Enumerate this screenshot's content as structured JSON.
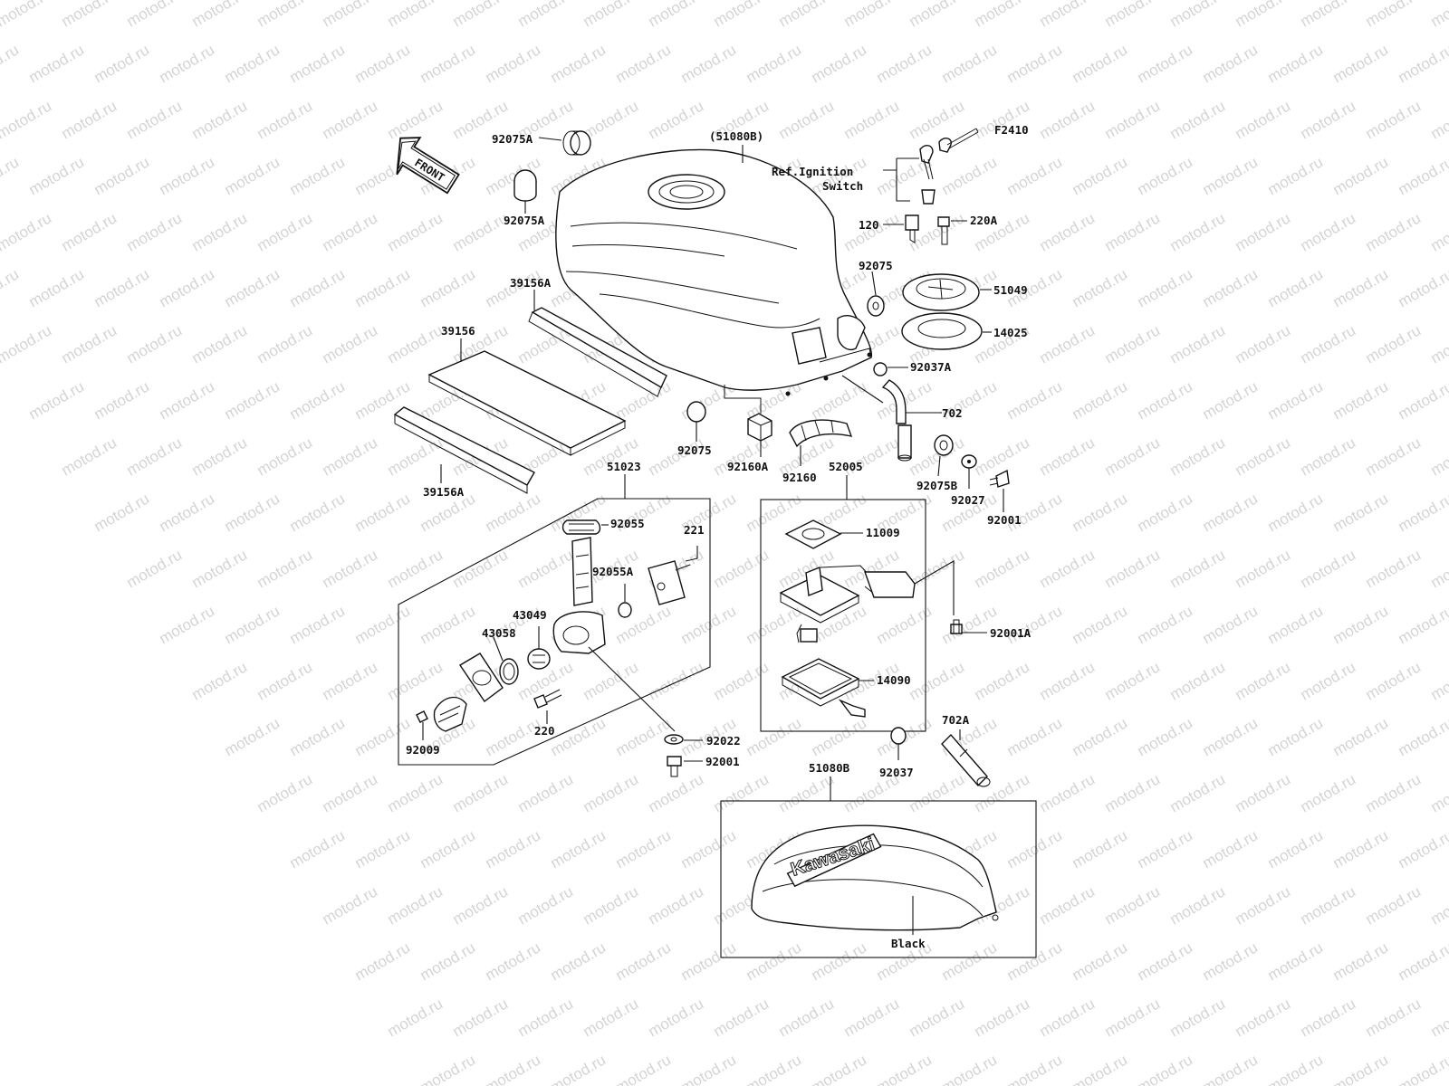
{
  "diagram_code": "F2410",
  "watermark": "motod.ru",
  "front_arrow": "FRONT",
  "parts": {
    "p92075A_top": "92075A",
    "p92075A_left": "92075A",
    "p51080B_ref": "(51080B)",
    "ref_ignition": "Ref.Ignition",
    "ref_ignition_2": "Switch",
    "p120": "120",
    "p220A": "220A",
    "p92075_r": "92075",
    "p51049": "51049",
    "p14025": "14025",
    "p92037A": "92037A",
    "p702": "702",
    "p39156A_top": "39156A",
    "p39156": "39156",
    "p39156A_bottom": "39156A",
    "p92075_b": "92075",
    "p92160A": "92160A",
    "p92160": "92160",
    "p52005": "52005",
    "p92075B": "92075B",
    "p92027": "92027",
    "p92001_r": "92001",
    "p51023": "51023",
    "p92055": "92055",
    "p221": "221",
    "p92055A": "92055A",
    "p43049": "43049",
    "p43058": "43058",
    "p220": "220",
    "p92009": "92009",
    "p92022": "92022",
    "p92001_b": "92001",
    "p11009": "11009",
    "p92001A": "92001A",
    "p14090": "14090",
    "p702A": "702A",
    "p92037": "92037",
    "p51080B": "51080B",
    "brand": "Kawasaki",
    "color_note": "Black"
  }
}
